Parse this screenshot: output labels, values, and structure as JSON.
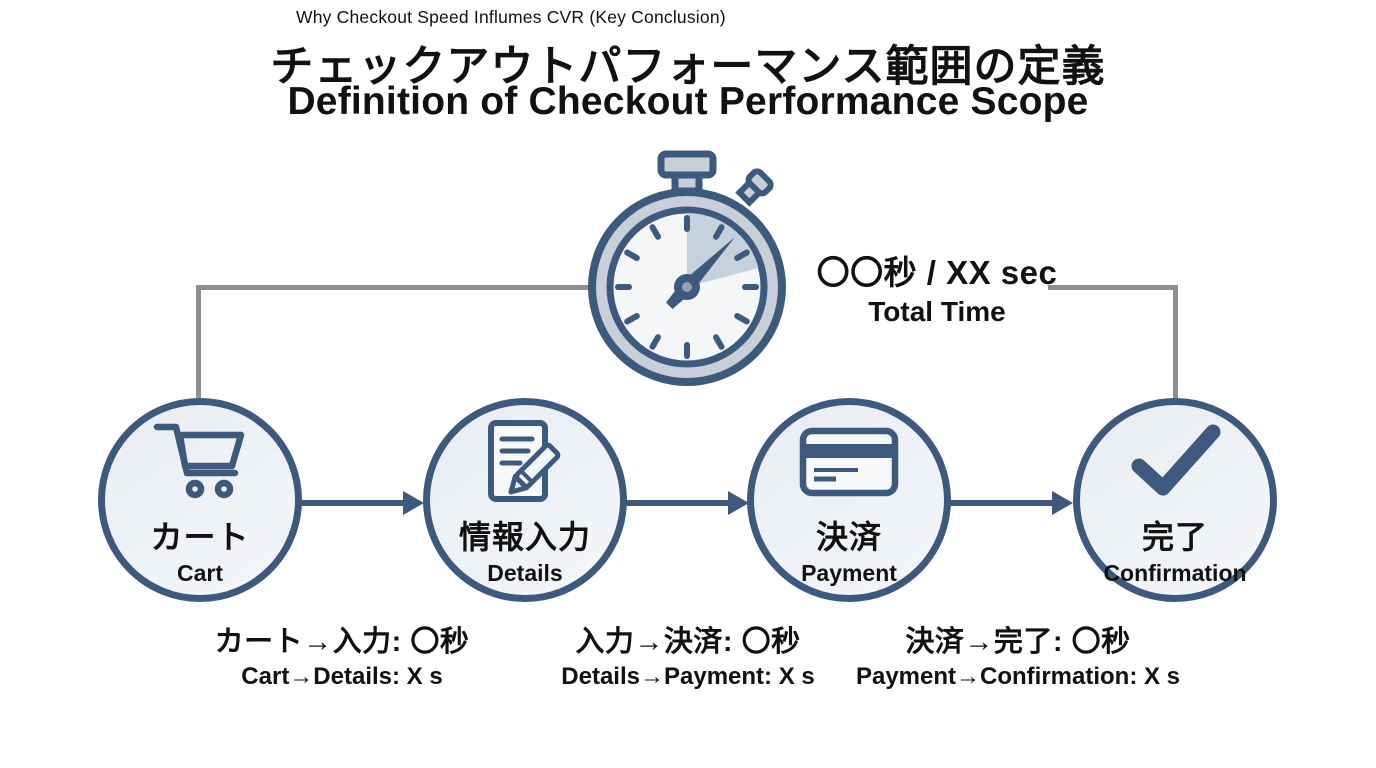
{
  "header": {
    "kicker": "Why Checkout Speed Influmes CVR (Key Conclusion)",
    "title_jp": "チェックアウトパフォーマンス範囲の定義",
    "title_en": "Definition of Checkout Performance Scope"
  },
  "total_time": {
    "value": "〇〇秒 / XX sec",
    "label": "Total Time"
  },
  "steps": [
    {
      "jp": "カート",
      "en": "Cart",
      "icon": "cart-icon"
    },
    {
      "jp": "情報入力",
      "en": "Details",
      "icon": "document-pencil-icon"
    },
    {
      "jp": "決済",
      "en": "Payment",
      "icon": "credit-card-icon"
    },
    {
      "jp": "完了",
      "en": "Confirmation",
      "icon": "checkmark-icon"
    }
  ],
  "durations": [
    {
      "jp": "カート→入力: 〇秒",
      "en": "Cart→Details: X s"
    },
    {
      "jp": "入力→決済: 〇秒",
      "en": "Details→Payment: X s"
    },
    {
      "jp": "決済→完了: 〇秒",
      "en": "Payment→Confirmation: X s"
    }
  ],
  "colors": {
    "navy": "#3d5a7e",
    "circle_fill": "#edf0f4",
    "connector_gray": "#8f8f8f",
    "stopwatch_ring": "#c9cfd8",
    "stopwatch_face": "#f4f6f8",
    "stopwatch_wedge": "#c7d1de",
    "text": "#111111"
  }
}
